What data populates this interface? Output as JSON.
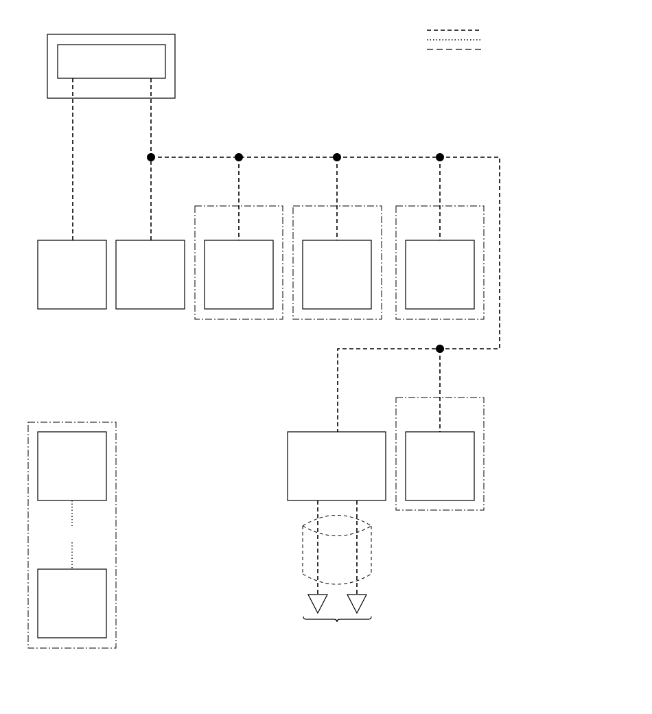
{
  "legend": {
    "entries": [
      {
        "style": "dashed",
        "label": ""
      },
      {
        "style": "dotted",
        "label": ""
      },
      {
        "style": "long-dashed",
        "label": ""
      }
    ]
  },
  "blocks": {
    "control_unit": {
      "label": ""
    },
    "unit_1": {
      "label": ""
    },
    "unit_2": {
      "label": ""
    },
    "unit_3": {
      "label": ""
    },
    "unit_4": {
      "label": ""
    },
    "unit_5": {
      "label": ""
    },
    "unit_6": {
      "label": ""
    },
    "unit_7": {
      "label": ""
    },
    "unit_8": {
      "label": ""
    },
    "unit_9": {
      "label": ""
    }
  },
  "shielded_cable": {
    "ground_label": ""
  },
  "colors": {
    "line": "#000000",
    "background": "#ffffff"
  }
}
